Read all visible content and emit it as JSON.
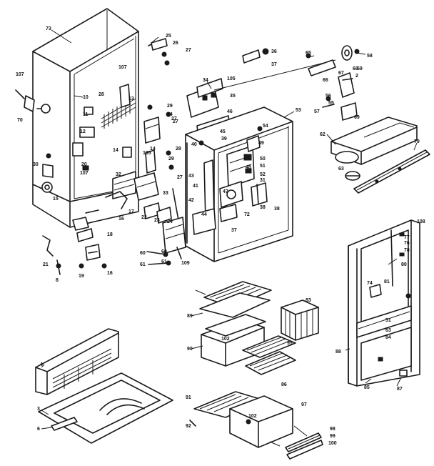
{
  "callouts": [
    {
      "text": "73"
    },
    {
      "text": "107"
    },
    {
      "text": "70"
    },
    {
      "text": "10"
    },
    {
      "text": "107"
    },
    {
      "text": "13"
    },
    {
      "text": "12"
    },
    {
      "text": "11"
    },
    {
      "text": "14"
    },
    {
      "text": "20"
    },
    {
      "text": "107"
    },
    {
      "text": "30"
    },
    {
      "text": "15"
    },
    {
      "text": "16"
    },
    {
      "text": "17"
    },
    {
      "text": "18"
    },
    {
      "text": "22"
    },
    {
      "text": "23"
    },
    {
      "text": "24"
    },
    {
      "text": "25"
    },
    {
      "text": "26"
    },
    {
      "text": "27"
    },
    {
      "text": "28"
    },
    {
      "text": "29"
    },
    {
      "text": "64"
    },
    {
      "text": "27"
    },
    {
      "text": "105"
    },
    {
      "text": "14"
    },
    {
      "text": "29"
    },
    {
      "text": "27"
    },
    {
      "text": "32"
    },
    {
      "text": "33"
    },
    {
      "text": "34"
    },
    {
      "text": "105"
    },
    {
      "text": "35"
    },
    {
      "text": "36"
    },
    {
      "text": "37"
    },
    {
      "text": "38"
    },
    {
      "text": "39"
    },
    {
      "text": "40"
    },
    {
      "text": "43"
    },
    {
      "text": "44"
    },
    {
      "text": "45"
    },
    {
      "text": "46"
    },
    {
      "text": "47"
    },
    {
      "text": "48"
    },
    {
      "text": "49"
    },
    {
      "text": "50"
    },
    {
      "text": "51"
    },
    {
      "text": "52"
    },
    {
      "text": "53"
    },
    {
      "text": "54"
    },
    {
      "text": "55"
    },
    {
      "text": "56"
    },
    {
      "text": "57"
    },
    {
      "text": "58"
    },
    {
      "text": "59"
    },
    {
      "text": "60"
    },
    {
      "text": "61"
    },
    {
      "text": "62"
    },
    {
      "text": "63"
    },
    {
      "text": "65"
    },
    {
      "text": "66"
    },
    {
      "text": "67"
    },
    {
      "text": "68"
    },
    {
      "text": "69"
    },
    {
      "text": "79"
    },
    {
      "text": "77"
    },
    {
      "text": "76"
    },
    {
      "text": "108"
    },
    {
      "text": "78"
    },
    {
      "text": "80"
    },
    {
      "text": "74"
    },
    {
      "text": "81"
    },
    {
      "text": "51"
    },
    {
      "text": "63"
    },
    {
      "text": "84"
    },
    {
      "text": "88"
    },
    {
      "text": "85"
    },
    {
      "text": "87"
    },
    {
      "text": "83"
    },
    {
      "text": "89"
    },
    {
      "text": "102"
    },
    {
      "text": "90"
    },
    {
      "text": "86"
    },
    {
      "text": "95"
    },
    {
      "text": "4"
    },
    {
      "text": "3"
    },
    {
      "text": "6"
    },
    {
      "text": "21"
    },
    {
      "text": "8"
    },
    {
      "text": "19"
    },
    {
      "text": "16"
    },
    {
      "text": "91"
    },
    {
      "text": "92"
    },
    {
      "text": "97"
    },
    {
      "text": "102"
    },
    {
      "text": "98"
    },
    {
      "text": "99"
    },
    {
      "text": "100"
    },
    {
      "text": "109"
    },
    {
      "text": "27"
    },
    {
      "text": "2"
    },
    {
      "text": "28"
    },
    {
      "text": "31"
    },
    {
      "text": "38"
    },
    {
      "text": "42"
    },
    {
      "text": "41"
    },
    {
      "text": "37"
    },
    {
      "text": "72"
    },
    {
      "text": "60"
    },
    {
      "text": "61"
    }
  ]
}
